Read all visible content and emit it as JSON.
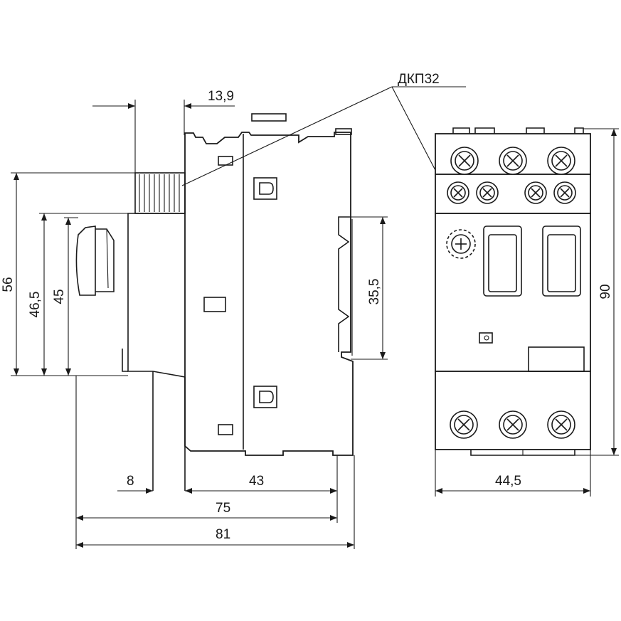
{
  "labels": {
    "part_name": "ДКП32",
    "dim_13_9": "13,9",
    "dim_56": "56",
    "dim_46_5": "46,5",
    "dim_45": "45",
    "dim_35_5": "35,5",
    "dim_8": "8",
    "dim_43": "43",
    "dim_75": "75",
    "dim_81": "81",
    "dim_44_5": "44,5",
    "dim_90": "90"
  }
}
